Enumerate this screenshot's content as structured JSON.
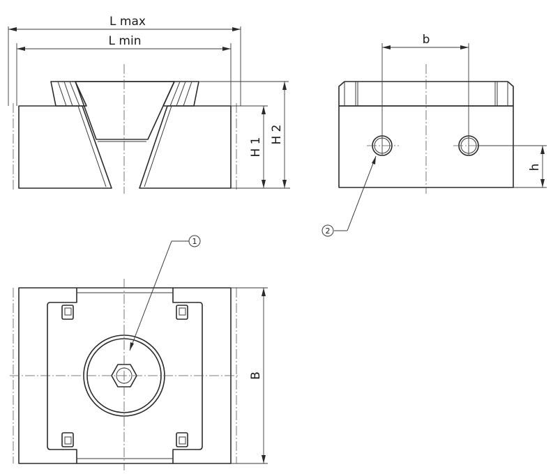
{
  "dimensions": {
    "l_max": "L max",
    "l_min": "L min",
    "b": "b",
    "h1": "H 1",
    "h2": "H 2",
    "h": "h",
    "big_b": "B"
  },
  "callouts": {
    "one": "1",
    "two": "2"
  },
  "colors": {
    "line": "#2a2a2a",
    "background": "#ffffff"
  }
}
